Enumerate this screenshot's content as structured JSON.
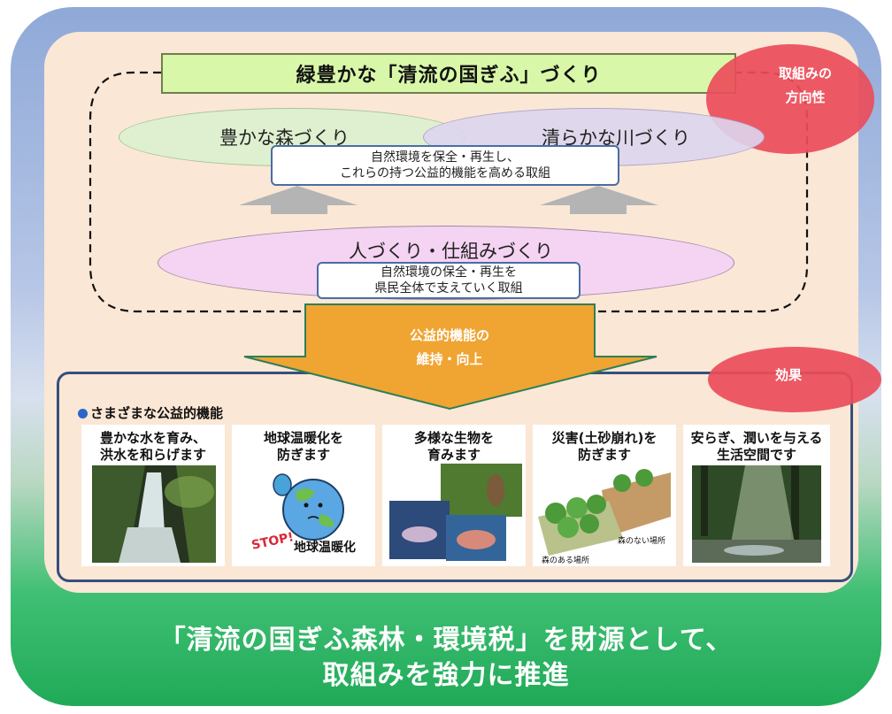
{
  "title": "緑豊かな「清流の国ぎふ」づくり",
  "direction_label": [
    "取組みの",
    "方向性"
  ],
  "forest_label": "豊かな森づくり",
  "river_label": "清らかな川づくり",
  "conserve_box": [
    "自然環境を保全・再生し、",
    "これらの持つ公益的機能を高める取組"
  ],
  "people_label": "人づくり・仕組みづくり",
  "people_box": [
    "自然環境の保全・再生を",
    "県民全体で支えていく取組"
  ],
  "arrow_text": [
    "公益的機能の",
    "維持・向上"
  ],
  "effect_label": "効果",
  "functions_heading": "さまざまな公益的機能",
  "functions": [
    {
      "title": [
        "豊かな水を育み、",
        "洪水を和らげます"
      ]
    },
    {
      "title": [
        "地球温暖化を",
        "防ぎます"
      ],
      "stop_text": "STOP!",
      "warming_text": "地球温暖化"
    },
    {
      "title": [
        "多様な生物を",
        "育みます"
      ]
    },
    {
      "title": [
        "災害(土砂崩れ)を",
        "防ぎます"
      ],
      "no_forest_label": "森のない場所",
      "forest_label": "森のある場所"
    },
    {
      "title": [
        "安らぎ、潤いを与える",
        "生活空間です"
      ]
    }
  ],
  "bottom_text": [
    "「清流の国ぎふ森林・環境税」を財源として、",
    "取組みを強力に推進"
  ]
}
